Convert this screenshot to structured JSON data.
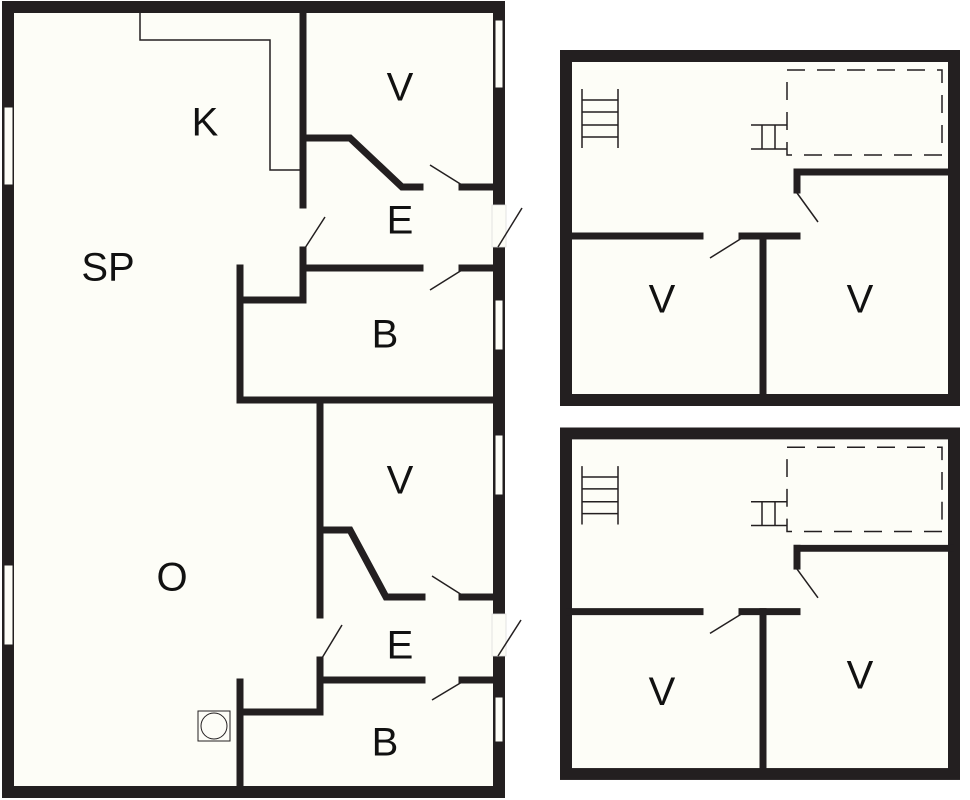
{
  "colors": {
    "wall": "#231f20",
    "floor": "#fdfdf7",
    "background": "#ffffff"
  },
  "ground_floor": {
    "rooms": {
      "kitchen": "K",
      "bedroom_top": "V",
      "entry_top": "E",
      "living": "SP",
      "bath_top": "B",
      "bedroom_bottom": "V",
      "other": "O",
      "entry_bottom": "E",
      "bath_bottom": "B"
    }
  },
  "upper_floor_1": {
    "rooms": {
      "bedroom_left": "V",
      "bedroom_right": "V"
    }
  },
  "upper_floor_2": {
    "rooms": {
      "bedroom_left": "V",
      "bedroom_right": "V"
    }
  }
}
